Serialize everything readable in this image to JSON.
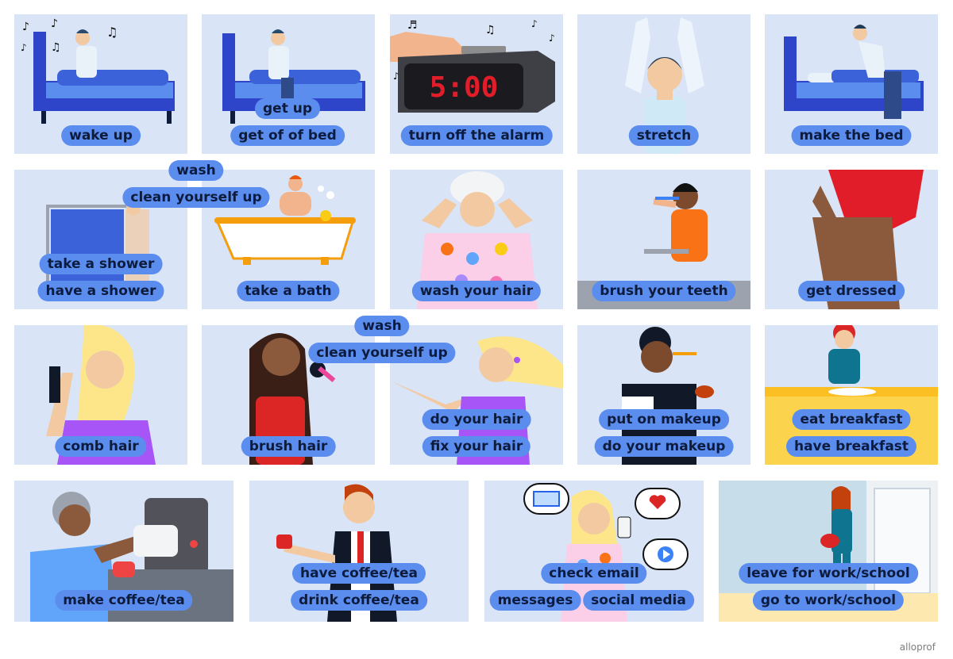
{
  "credit": "alloprof",
  "cards": {
    "wake_up": {
      "labels": [
        "wake up"
      ]
    },
    "get_up": {
      "labels": [
        "get up",
        "get of of bed"
      ]
    },
    "alarm": {
      "labels": [
        "turn off the alarm"
      ],
      "clock": "5:00"
    },
    "stretch": {
      "labels": [
        "stretch"
      ]
    },
    "make_bed": {
      "labels": [
        "make the bed"
      ]
    },
    "shower": {
      "labels": [
        "take a shower",
        "have a shower"
      ]
    },
    "bath": {
      "labels": [
        "take a bath"
      ]
    },
    "wash_hair": {
      "labels": [
        "wash your hair"
      ]
    },
    "brush_teeth": {
      "labels": [
        "brush your teeth"
      ]
    },
    "get_dressed": {
      "labels": [
        "get dressed"
      ]
    },
    "comb_hair": {
      "labels": [
        "comb hair"
      ]
    },
    "brush_hair": {
      "labels": [
        "brush hair"
      ]
    },
    "do_hair": {
      "labels": [
        "do your hair",
        "fix your hair"
      ]
    },
    "makeup": {
      "labels": [
        "put on makeup",
        "do your makeup"
      ]
    },
    "breakfast": {
      "labels": [
        "eat breakfast",
        "have breakfast"
      ]
    },
    "make_coffee": {
      "labels": [
        "make coffee/tea"
      ]
    },
    "have_coffee": {
      "labels": [
        "have coffee/tea",
        "drink coffee/tea"
      ]
    },
    "check_email": {
      "labels": [
        "check email",
        "messages",
        "social media"
      ]
    },
    "leave": {
      "labels": [
        "leave for work/school",
        "go to work/school"
      ]
    }
  },
  "shared_labels": {
    "row2": [
      "wash",
      "clean yourself up"
    ],
    "row3": [
      "wash",
      "clean yourself up"
    ]
  },
  "colors": {
    "card_bg": "#d9e4f7",
    "pill_bg": "#5b8def",
    "pill_text": "#0d1b3d",
    "skin": "#f2c9a0"
  }
}
